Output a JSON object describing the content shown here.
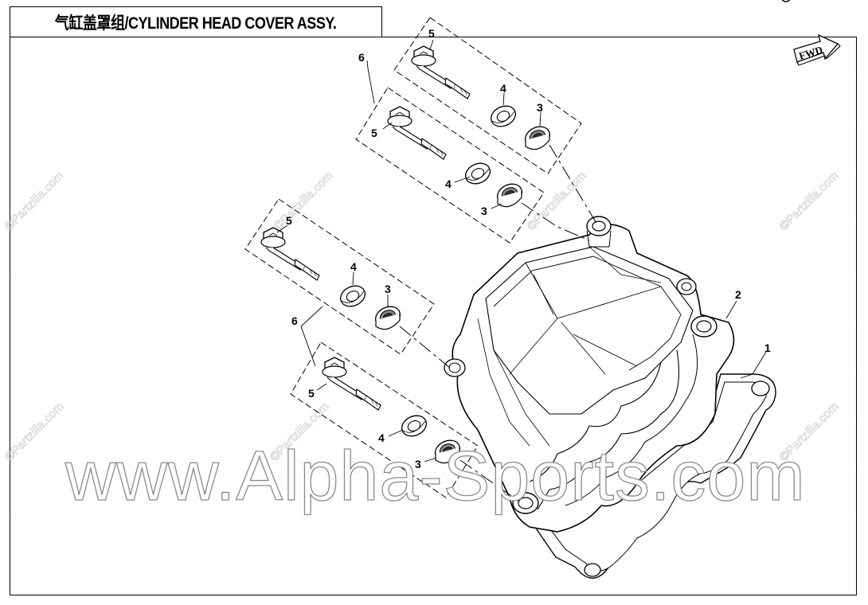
{
  "title": "气缸盖罩组/CYLINDER HEAD COVER ASSY.",
  "fwd_label": "FWD",
  "watermark_site": "www.Alpha-Sports.com",
  "watermark_small": "©Partzilla.com",
  "callouts": {
    "c1": "1",
    "c2": "2",
    "c3a": "3",
    "c3b": "3",
    "c3c": "3",
    "c3d": "3",
    "c4a": "4",
    "c4b": "4",
    "c4c": "4",
    "c4d": "4",
    "c5a": "5",
    "c5b": "5",
    "c5c": "5",
    "c5d": "5",
    "c6a": "6",
    "c6b": "6"
  }
}
